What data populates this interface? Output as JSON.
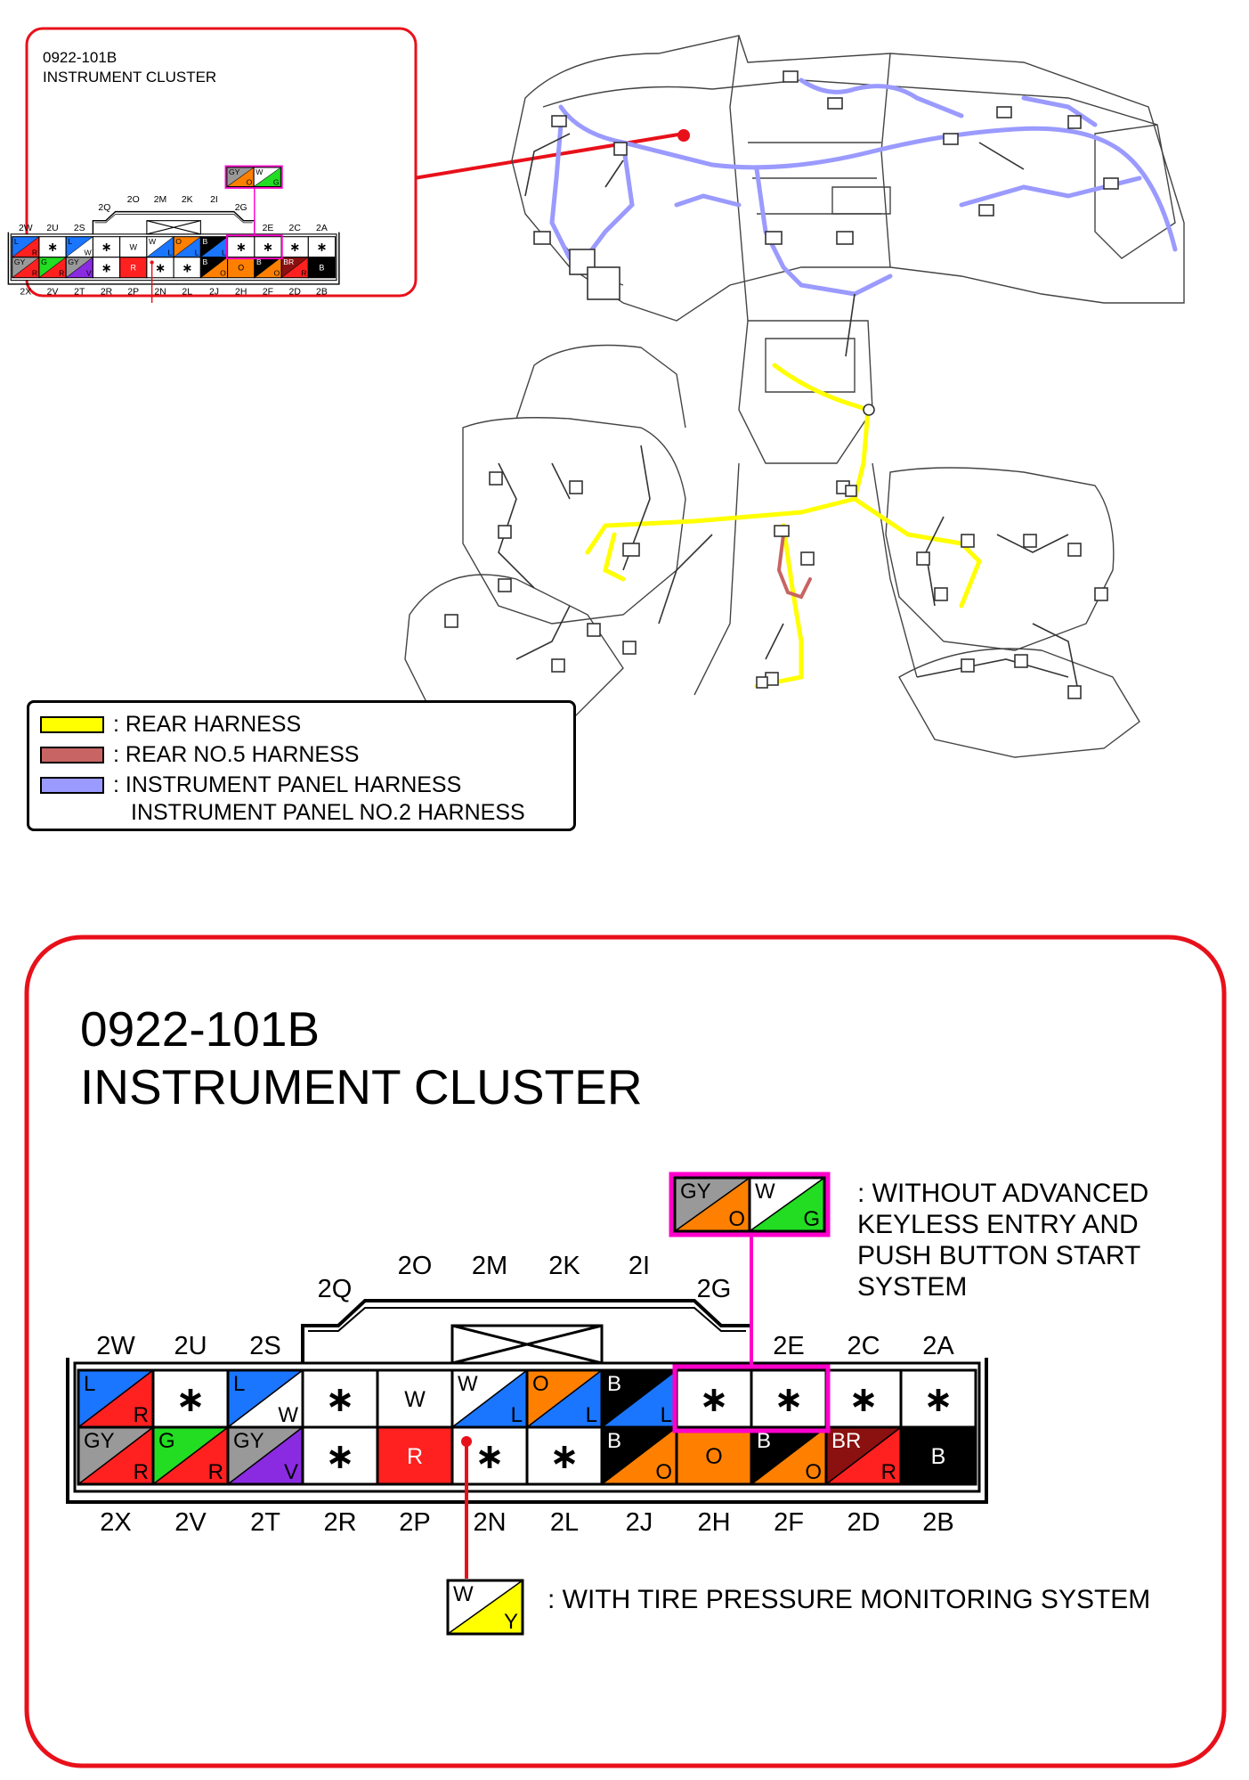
{
  "connector_id": "0922-101B",
  "connector_name": "INSTRUMENT CLUSTER",
  "legend": [
    {
      "color": "#ffff00",
      "label": ": REAR HARNESS"
    },
    {
      "color": "#c86464",
      "label": ": REAR NO.5 HARNESS"
    },
    {
      "color": "#9a9aff",
      "label": ": INSTRUMENT PANEL HARNESS",
      "label2": "INSTRUMENT PANEL NO.2 HARNESS"
    }
  ],
  "notes": {
    "keyless_lines": [
      ": WITHOUT ADVANCED",
      "KEYLESS ENTRY AND",
      "PUSH BUTTON START",
      "SYSTEM"
    ],
    "tpms": ": WITH TIRE PRESSURE MONITORING SYSTEM"
  },
  "connector": {
    "top_row": [
      {
        "pin": "2W",
        "type": "split",
        "c1": "#1a75ff",
        "c2": "#ff2020",
        "t1": "L",
        "t2": "R"
      },
      {
        "pin": "2U",
        "type": "star"
      },
      {
        "pin": "2S",
        "type": "split",
        "c1": "#1a75ff",
        "c2": "#ffffff",
        "t1": "L",
        "t2": "W"
      },
      {
        "pin": "2Q",
        "type": "star"
      },
      {
        "pin": "2O",
        "type": "solid",
        "c": "#ffffff",
        "t": "W"
      },
      {
        "pin": "2M",
        "type": "split",
        "c1": "#ffffff",
        "c2": "#1a75ff",
        "t1": "W",
        "t2": "L"
      },
      {
        "pin": "2K",
        "type": "split",
        "c1": "#ff8000",
        "c2": "#1a75ff",
        "t1": "O",
        "t2": "L"
      },
      {
        "pin": "2I",
        "type": "split",
        "c1": "#000000",
        "c2": "#1a75ff",
        "t1": "B",
        "t2": "L"
      },
      {
        "pin": "2G",
        "type": "star"
      },
      {
        "pin": "2E",
        "type": "star"
      },
      {
        "pin": "2C",
        "type": "star"
      },
      {
        "pin": "2A",
        "type": "star"
      }
    ],
    "bottom_row": [
      {
        "pin": "2X",
        "type": "split",
        "c1": "#999999",
        "c2": "#ff2020",
        "t1": "GY",
        "t2": "R"
      },
      {
        "pin": "2V",
        "type": "split",
        "c1": "#22dd22",
        "c2": "#ff2020",
        "t1": "G",
        "t2": "R"
      },
      {
        "pin": "2T",
        "type": "split",
        "c1": "#999999",
        "c2": "#8a2be2",
        "t1": "GY",
        "t2": "V"
      },
      {
        "pin": "2R",
        "type": "star"
      },
      {
        "pin": "2P",
        "type": "solid",
        "c": "#ff2020",
        "t": "R"
      },
      {
        "pin": "2N",
        "type": "star"
      },
      {
        "pin": "2L",
        "type": "star"
      },
      {
        "pin": "2J",
        "type": "split",
        "c1": "#000000",
        "c2": "#ff8000",
        "t1": "B",
        "t2": "O"
      },
      {
        "pin": "2H",
        "type": "solid",
        "c": "#ff8000",
        "t": "O"
      },
      {
        "pin": "2F",
        "type": "split",
        "c1": "#000000",
        "c2": "#ff8000",
        "t1": "B",
        "t2": "O"
      },
      {
        "pin": "2D",
        "type": "split",
        "c1": "#8b1010",
        "c2": "#ff2020",
        "t1": "BR",
        "t2": "R"
      },
      {
        "pin": "2B",
        "type": "solid",
        "c": "#000000",
        "t": "B"
      }
    ],
    "keyless_variants": [
      {
        "c1": "#999999",
        "c2": "#ff8000",
        "t1": "GY",
        "t2": "O"
      },
      {
        "c1": "#ffffff",
        "c2": "#22dd22",
        "t1": "W",
        "t2": "G"
      }
    ],
    "tpms_variant": {
      "c1": "#ffffff",
      "c2": "#ffff00",
      "t1": "W",
      "t2": "Y"
    }
  },
  "colors": {
    "red_frame": "#e8101a",
    "magenta": "#ff00cc",
    "rear_harness": "#ffff00",
    "rear_no5": "#c86464",
    "instrument_panel": "#9a9aff",
    "line": "#333333"
  }
}
